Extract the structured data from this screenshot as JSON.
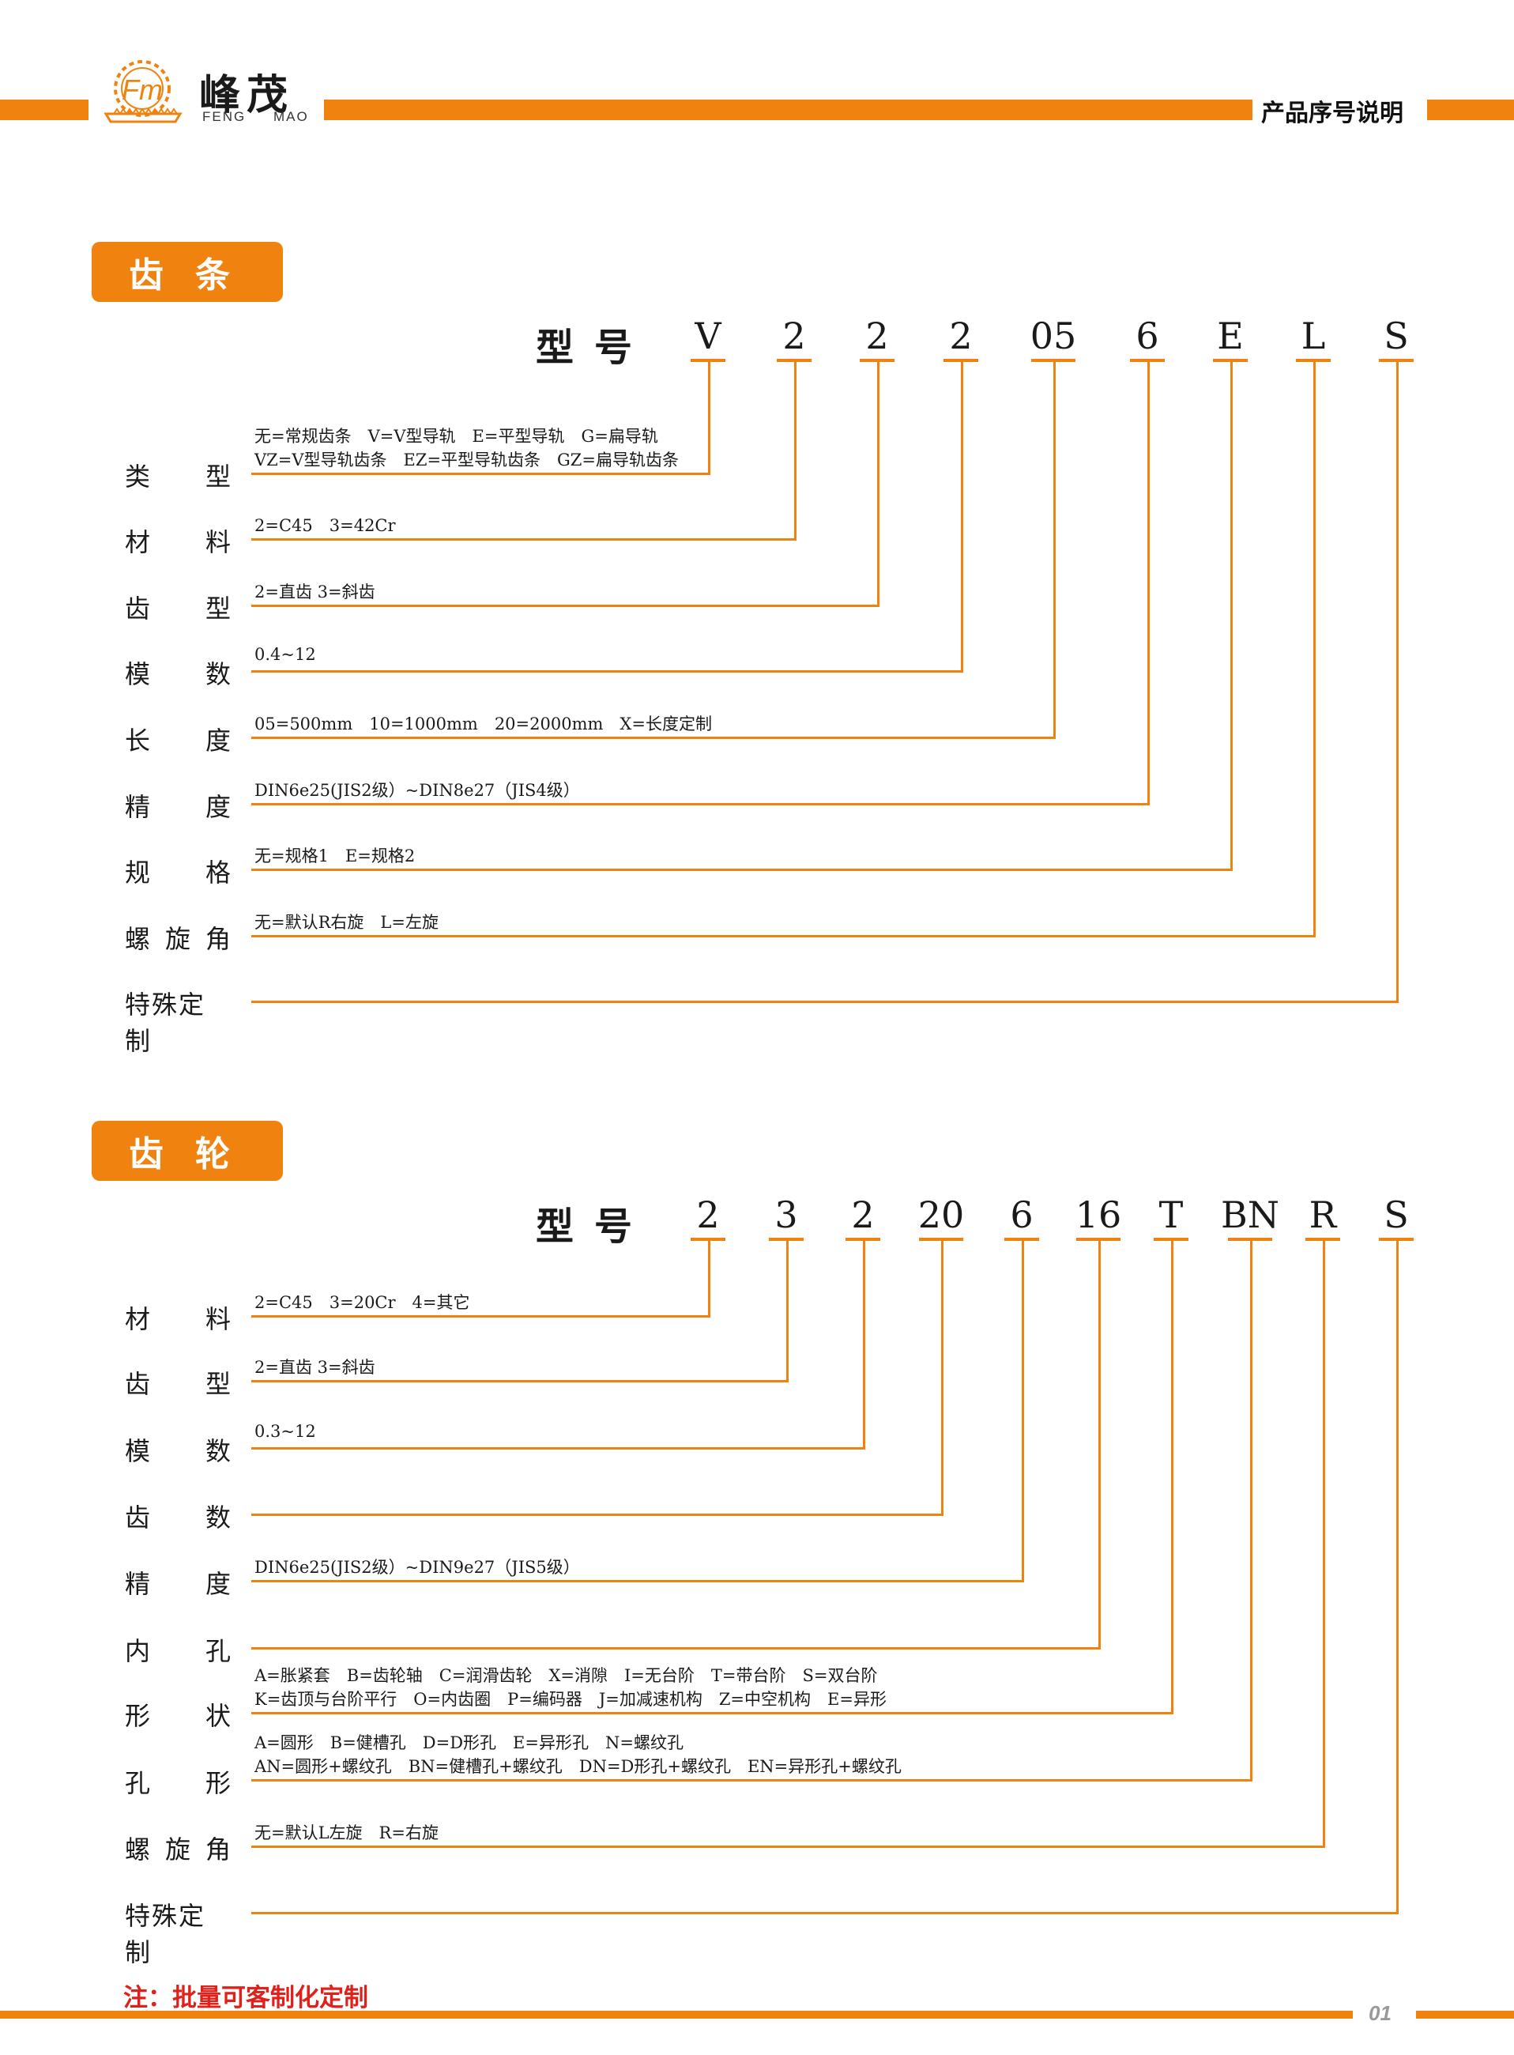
{
  "header": {
    "logo_cn": "峰茂",
    "logo_en_1": "FENG",
    "logo_en_2": "MAO",
    "logo_mark": "Fm",
    "title": "产品序号说明"
  },
  "rack": {
    "tag": "齿条",
    "model_label": "型号",
    "codes": [
      "V",
      "2",
      "2",
      "2",
      "05",
      "6",
      "E",
      "L",
      "S"
    ],
    "rows": [
      {
        "label": "类型",
        "desc": [
          "无=常规齿条　V=V型导轨　E=平型导轨　G=扁导轨",
          "VZ=V型导轨齿条　EZ=平型导轨齿条　GZ=扁导轨齿条"
        ]
      },
      {
        "label": "材料",
        "desc": [
          "2=C45　3=42Cr"
        ]
      },
      {
        "label": "齿型",
        "desc": [
          "2=直齿 3=斜齿"
        ]
      },
      {
        "label": "模数",
        "desc": [
          "0.4~12"
        ]
      },
      {
        "label": "长度",
        "desc": [
          "05=500mm　10=1000mm　20=2000mm　X=长度定制"
        ]
      },
      {
        "label": "精度",
        "desc": [
          "DIN6e25(JIS2级）~DIN8e27（JIS4级）"
        ]
      },
      {
        "label": "规格",
        "desc": [
          "无=规格1　E=规格2"
        ]
      },
      {
        "label": "螺旋角",
        "desc": [
          "无=默认R右旋　L=左旋"
        ]
      },
      {
        "label": "特殊定制",
        "desc": []
      }
    ]
  },
  "gear": {
    "tag": "齿轮",
    "model_label": "型号",
    "codes": [
      "2",
      "3",
      "2",
      "20",
      "6",
      "16",
      "T",
      "BN",
      "R",
      "S"
    ],
    "rows": [
      {
        "label": "材料",
        "desc": [
          "2=C45　3=20Cr　4=其它"
        ]
      },
      {
        "label": "齿型",
        "desc": [
          "2=直齿 3=斜齿"
        ]
      },
      {
        "label": "模数",
        "desc": [
          "0.3~12"
        ]
      },
      {
        "label": "齿数",
        "desc": []
      },
      {
        "label": "精度",
        "desc": [
          "DIN6e25(JIS2级）~DIN9e27（JIS5级）"
        ]
      },
      {
        "label": "内孔",
        "desc": []
      },
      {
        "label": "形状",
        "desc": [
          "A=胀紧套　B=齿轮轴　C=润滑齿轮　X=消隙　I=无台阶　T=带台阶　S=双台阶",
          "K=齿顶与台阶平行　O=内齿圈　P=编码器　J=加减速机构　Z=中空机构　E=异形"
        ]
      },
      {
        "label": "孔形",
        "desc": [
          "A=圆形　B=健槽孔　D=D形孔　E=异形孔　N=螺纹孔",
          "AN=圆形+螺纹孔　BN=健槽孔+螺纹孔　DN=D形孔+螺纹孔　EN=异形孔+螺纹孔"
        ]
      },
      {
        "label": "螺旋角",
        "desc": [
          "无=默认L左旋　R=右旋"
        ]
      },
      {
        "label": "特殊定制",
        "desc": []
      }
    ]
  },
  "footer": {
    "note": "注：批量可客制化定制",
    "page": "01"
  },
  "colors": {
    "accent": "#f0830f",
    "note": "#e0201a"
  }
}
